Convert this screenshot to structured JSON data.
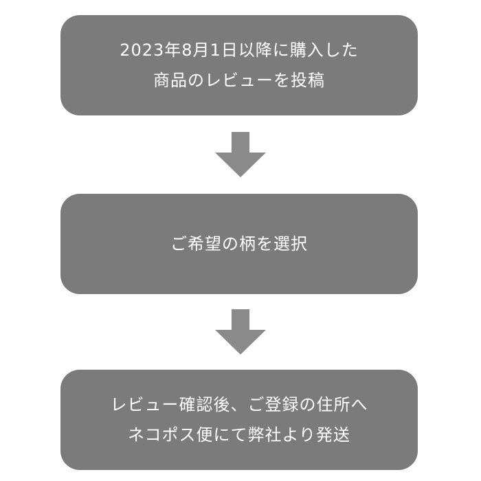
{
  "steps": [
    {
      "line1": "2023年8月1日以降に購入した",
      "line2": "商品のレビューを投稿"
    },
    {
      "line1": "ご希望の柄を選択"
    },
    {
      "line1": "レビュー確認後、ご登録の住所へ",
      "line2": "ネコポス便にて弊社より発送"
    }
  ],
  "colors": {
    "box": "#7b7b7b",
    "arrow": "#8a8a8a",
    "text": "#ffffff"
  }
}
